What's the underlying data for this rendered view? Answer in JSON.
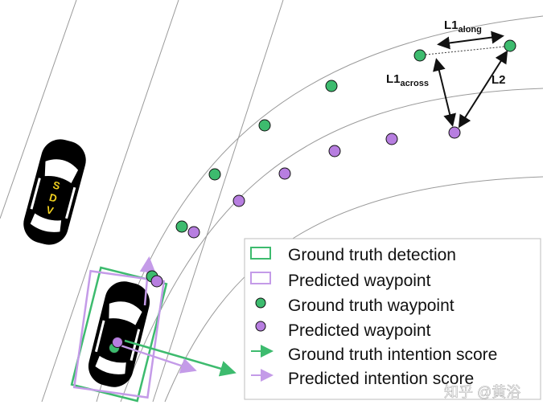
{
  "diagram": {
    "vehicle": {
      "label_letters": [
        "S",
        "D",
        "V"
      ]
    },
    "metrics": {
      "l1_along": {
        "main": "L1",
        "sub": "along"
      },
      "l1_across": {
        "main": "L1",
        "sub": "across"
      },
      "l2": "L2"
    },
    "legend": [
      {
        "kind": "box",
        "color": "#3dbb6e",
        "label": "Ground truth detection"
      },
      {
        "kind": "box",
        "color": "#c49be8",
        "label": "Predicted waypoint"
      },
      {
        "kind": "dot",
        "color": "#3dbb6e",
        "label": "Ground truth waypoint"
      },
      {
        "kind": "dot",
        "color": "#b77ee0",
        "label": "Predicted waypoint"
      },
      {
        "kind": "arrow",
        "color": "#3dbb6e",
        "label": "Ground truth intention score"
      },
      {
        "kind": "arrow",
        "color": "#c49be8",
        "label": "Predicted intention score"
      }
    ],
    "watermark": "知乎 @黄浴",
    "colors": {
      "gt": "#3dbb6e",
      "pred": "#b77ee0",
      "pred_line": "#c49be8",
      "road": "#9a9a9a"
    }
  }
}
